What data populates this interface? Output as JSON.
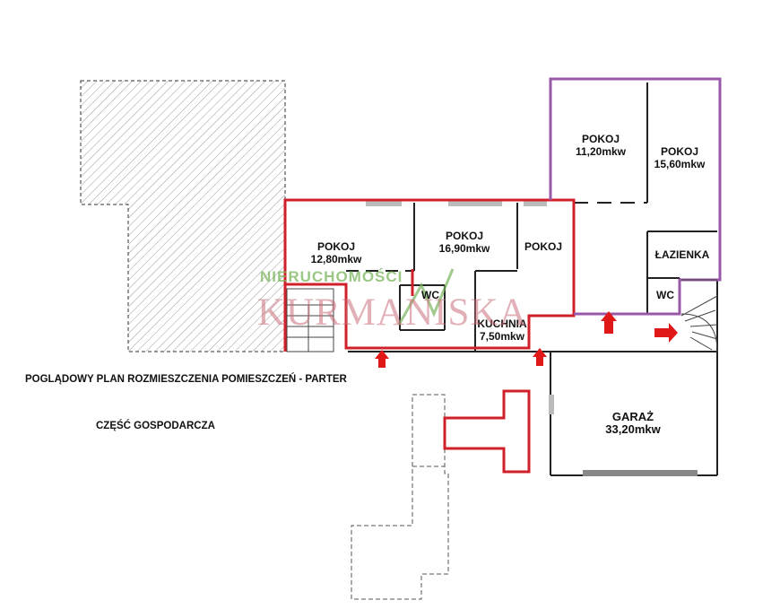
{
  "rooms": {
    "pokoj_a_name": "POKOJ",
    "pokoj_a_area": "12,80mkw",
    "pokoj_b_name": "POKOJ",
    "pokoj_b_area": "16,90mkw",
    "pokoj_c_name": "POKOJ",
    "pokoj_d_name": "POKOJ",
    "pokoj_d_area": "11,20mkw",
    "pokoj_e_name": "POKOJ",
    "pokoj_e_area": "15,60mkw",
    "lazienka": "ŁAZIENKA",
    "wc_left": "WC",
    "wc_right": "WC",
    "kuchnia_name": "KUCHNIA",
    "kuchnia_area": "7,50mkw",
    "garaz_name": "GARAŻ",
    "garaz_area": "33,20mkw"
  },
  "captions": {
    "plan_title": "POGLĄDOWY PLAN ROZMIESZCZENIA POMIESZCZEŃ - PARTER",
    "section": "CZĘŚĆ GOSPODARCZA"
  },
  "watermark": {
    "line1": "NIERUCHOMOŚCI",
    "line2": "KURMANISKA"
  },
  "colors": {
    "red": "#d0202a",
    "purple": "#9a58a8",
    "hatch": "#9a9a9a",
    "wall": "#222222",
    "arrow": "#e01818"
  },
  "icons": [
    "arrow-up-icon",
    "arrow-right-icon"
  ]
}
